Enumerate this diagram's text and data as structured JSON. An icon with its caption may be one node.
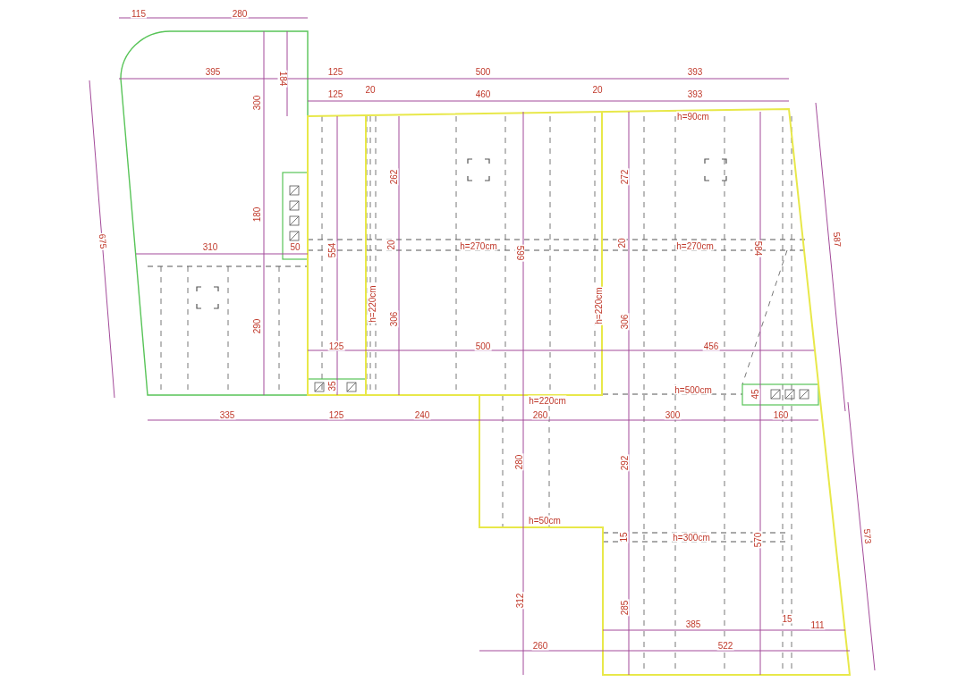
{
  "diagram": {
    "labels": [
      "115",
      "280",
      "395",
      "184",
      "125",
      "500",
      "393",
      "125",
      "20",
      "460",
      "20",
      "393",
      "h=90cm",
      "300",
      "262",
      "272",
      "180",
      "310",
      "50",
      "554",
      "20",
      "h=270cm",
      "599",
      "20",
      "h=270cm",
      "584",
      "675",
      "587",
      "290",
      "h=220cm",
      "306",
      "h=220cm",
      "306",
      "125",
      "500",
      "456",
      "35",
      "h=500cm",
      "45",
      "h=220cm",
      "335",
      "125",
      "240",
      "260",
      "300",
      "160",
      "280",
      "292",
      "h=50cm",
      "15",
      "h=300cm",
      "570",
      "573",
      "312",
      "285",
      "385",
      "15",
      "111",
      "260",
      "522"
    ]
  }
}
